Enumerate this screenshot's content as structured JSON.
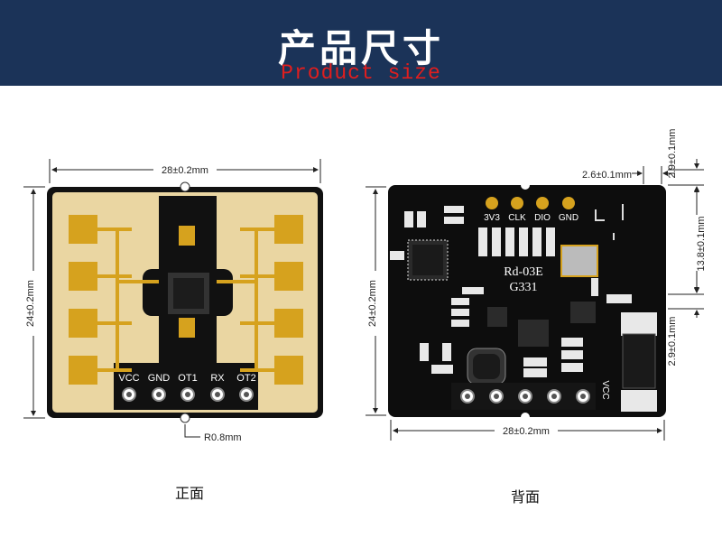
{
  "header": {
    "title": "产品尺寸",
    "subtitle": "Product size",
    "colors": {
      "banner": "#1b3358",
      "subtitle": "#e01e1e"
    }
  },
  "front": {
    "caption": "正面",
    "width_label": "28±0.2mm",
    "height_label": "24±0.2mm",
    "radius_label": "R0.8mm",
    "pins": [
      "VCC",
      "GND",
      "OT1",
      "RX",
      "OT2"
    ]
  },
  "back": {
    "caption": "背面",
    "width_label": "28±0.2mm",
    "height_label": "24±0.2mm",
    "top_offset_label": "2.6±0.1mm",
    "top_right_label": "2.9±0.1mm",
    "mid_right_label": "13.8±0.1mm",
    "bottom_right_label": "2.9±0.1mm",
    "chip_model": "Rd-03E",
    "chip_code": "G331",
    "pads": [
      "3V3",
      "CLK",
      "DIO",
      "GND"
    ],
    "side_pin_label": "VCC"
  }
}
